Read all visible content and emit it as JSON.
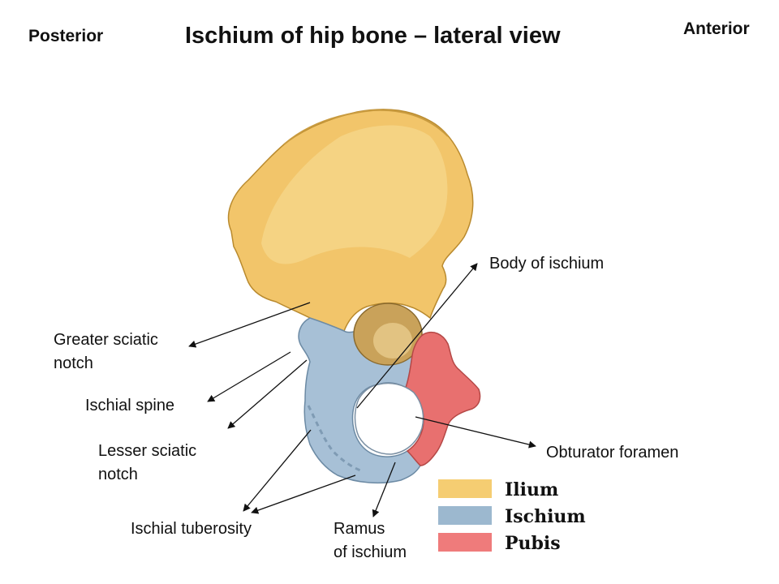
{
  "title": "Ischium of hip bone – lateral view",
  "orientation": {
    "left": "Posterior",
    "right": "Anterior"
  },
  "labels": {
    "greater_sciatic_notch": [
      "Greater sciatic",
      "notch"
    ],
    "ischial_spine": "Ischial spine",
    "lesser_sciatic_notch": [
      "Lesser sciatic",
      "notch"
    ],
    "ischial_tuberosity": "Ischial tuberosity",
    "ramus_of_ischium": [
      "Ramus",
      "of ischium"
    ],
    "body_of_ischium": "Body of ischium",
    "obturator_foramen": "Obturator foramen"
  },
  "legend": [
    {
      "label": "Ilium",
      "color": "#f5cd72"
    },
    {
      "label": "Ischium",
      "color": "#9cb8cf"
    },
    {
      "label": "Pubis",
      "color": "#ef7b7b"
    }
  ],
  "colors": {
    "ilium": "#f2c56a",
    "ischium": "#a7c0d6",
    "pubis": "#e8706f"
  }
}
